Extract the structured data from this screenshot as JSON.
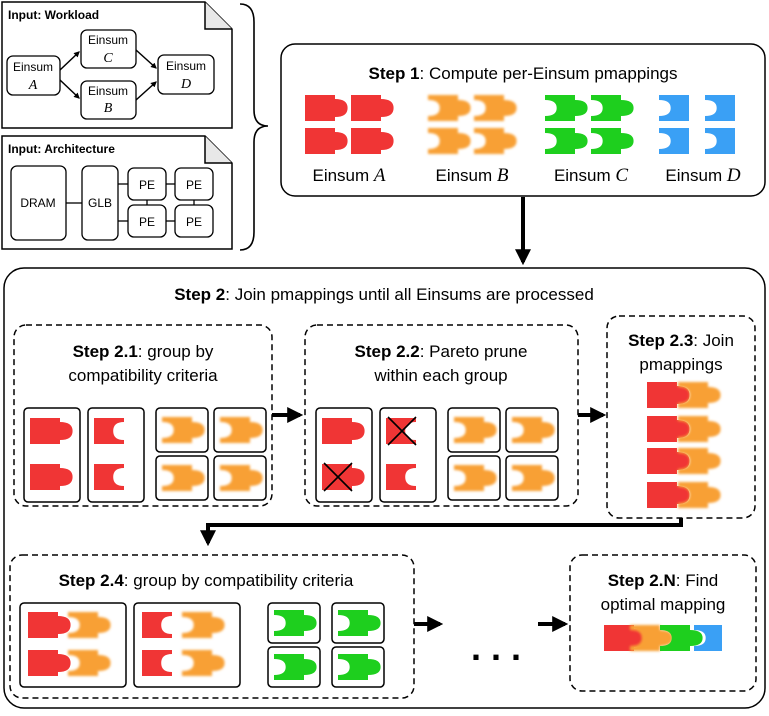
{
  "workload": {
    "title": "Input: Workload",
    "nodes": [
      {
        "name": "Einsum",
        "var": "A"
      },
      {
        "name": "Einsum",
        "var": "C"
      },
      {
        "name": "Einsum",
        "var": "B"
      },
      {
        "name": "Einsum",
        "var": "D"
      }
    ]
  },
  "architecture": {
    "title": "Input: Architecture",
    "dram": "DRAM",
    "glb": "GLB",
    "pe": [
      "PE",
      "PE",
      "PE",
      "PE"
    ]
  },
  "step1": {
    "title_bold": "Step 1",
    "title_rest": ": Compute per-Einsum pmappings",
    "labels": [
      {
        "name": "Einsum ",
        "var": "A"
      },
      {
        "name": "Einsum ",
        "var": "B"
      },
      {
        "name": "Einsum ",
        "var": "C"
      },
      {
        "name": "Einsum ",
        "var": "D"
      }
    ]
  },
  "step2": {
    "title_bold": "Step 2",
    "title_rest": ": Join pmappings until all Einsums are processed"
  },
  "step21": {
    "title_bold": "Step 2.1",
    "title_rest": ": group by",
    "line2": "compatibility criteria"
  },
  "step22": {
    "title_bold": "Step 2.2",
    "title_rest": ": Pareto prune",
    "line2": "within each group"
  },
  "step23": {
    "title_bold": "Step 2.3",
    "title_rest": ": Join",
    "line2": "pmappings"
  },
  "step24": {
    "title_bold": "Step 2.4",
    "title_rest": ": group by compatibility criteria"
  },
  "step2n": {
    "title_bold": "Step 2.N",
    "title_rest": ": Find",
    "line2": "optimal mapping"
  },
  "ellipsis": ". . .",
  "colors": {
    "A": "#f03535",
    "B": "#f8a035",
    "C": "#1ecf1e",
    "D": "#3aa0f5",
    "border": "#000000"
  }
}
